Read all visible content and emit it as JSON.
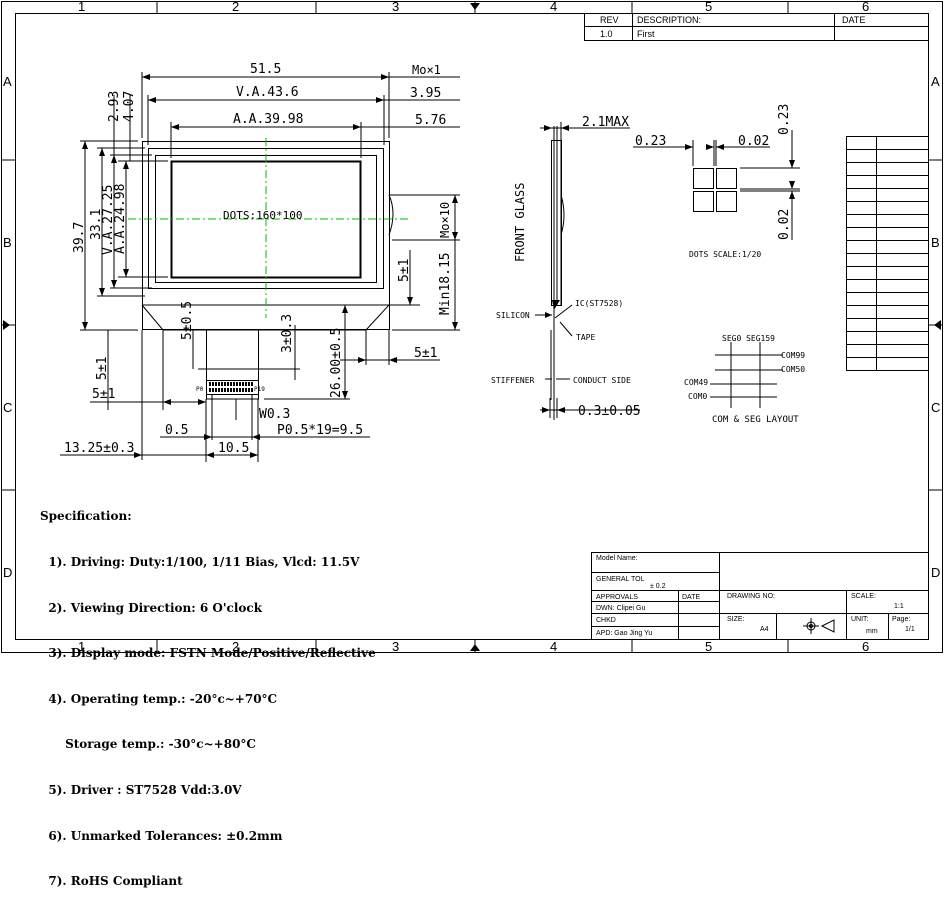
{
  "frame": {
    "columns": [
      "1",
      "2",
      "3",
      "4",
      "5",
      "6"
    ],
    "rows": [
      "A",
      "B",
      "C",
      "D"
    ]
  },
  "revision": {
    "headers": {
      "rev": "REV",
      "description": "DESCRIPTION:",
      "date": "DATE"
    },
    "row": {
      "rev": "1.0",
      "description": "First",
      "date": ""
    }
  },
  "front_view": {
    "dims": {
      "outline_w": "51.5",
      "va_w": "V.A.43.6",
      "aa_w": "A.A.39.98",
      "mox1": "Mo×1",
      "d395": "3.95",
      "d576": "5.76",
      "d293": "2.93",
      "d407": "4.07",
      "outline_h": "39.7",
      "d331": "33.1",
      "va_h": "V.A.27.25",
      "aa_h": "A.A.24.98",
      "mox10": "Mo×10",
      "min1815": "Min18.15",
      "d5pm1_r": "5±1",
      "d5pm1_rb": "5±1",
      "d5pm05": "5±0.5",
      "d3pm03": "3±0.3",
      "d26": "26.00±0.5",
      "d5pm1_l": "5±1",
      "d5pm1_l2": "5±1",
      "w03": "W0.3",
      "d05": "0.5",
      "pitch": "P0.5*19=9.5",
      "d1325": "13.25±0.3",
      "d105": "10.5",
      "p0": "P0",
      "p19": "P19"
    },
    "dots_label": "DOTS:160*100"
  },
  "side_view": {
    "max": "2.1MAX",
    "front_glass": "FRONT GLASS",
    "ic": "IC(ST7528)",
    "silicon": "SILICON",
    "tape": "TAPE",
    "stiffener": "STIFFENER",
    "conduct": "CONDUCT SIDE",
    "thick": "0.3±0.05"
  },
  "dots_detail": {
    "w1": "0.23",
    "w2": "0.02",
    "h1": "0.23",
    "h2": "0.02",
    "caption": "DOTS SCALE:1/20"
  },
  "layout": {
    "seg": "SEG0 SEG159",
    "com99": "COM99",
    "com50": "COM50",
    "com49": "COM49",
    "com0": "COM0",
    "caption": "COM & SEG LAYOUT"
  },
  "spec": {
    "title": "Specification:",
    "lines": [
      "  1). Driving: Duty:1/100, 1/11 Bias, Vlcd: 11.5V",
      "  2). Viewing Direction: 6 O'clock",
      "  3). Display mode: FSTN Mode/Positive/Reflective",
      "  4). Operating temp.: -20°c~+70°C",
      "      Storage temp.: -30°c~+80°C",
      "  5). Driver : ST7528 Vdd:3.0V",
      "  6). Unmarked Tolerances: ±0.2mm",
      "  7). RoHS Compliant"
    ]
  },
  "title_block": {
    "model_name": "Model Name:",
    "general_tol": "GENERAL TOL",
    "tol_value": "± 0.2",
    "approvals": "APPROVALS",
    "date": "DATE",
    "drawn": "DWN: Clipei Gu",
    "chkd": "CHKD",
    "appd": "APD: Gao Jing Yu",
    "drawing_no": "DRAWING NO:",
    "scale": "SCALE:",
    "scale_val": "1:1",
    "size": "SIZE:",
    "size_val": "A4",
    "unit": "UNIT:",
    "unit_val": "mm",
    "page": "Page:",
    "page_val": "1/1"
  },
  "colors": {
    "line": "#000000",
    "center": "#00c000",
    "background": "#ffffff"
  }
}
